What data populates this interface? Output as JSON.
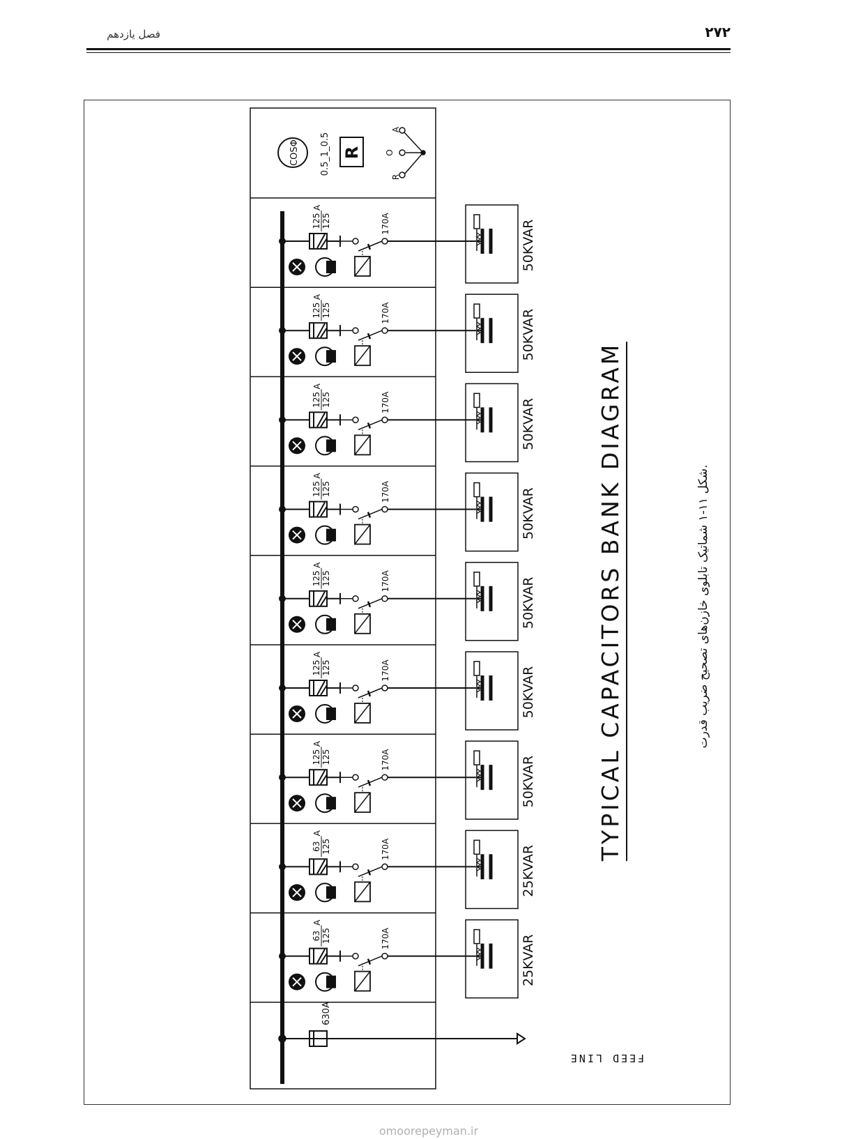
{
  "header": {
    "page_number": "۲۷۲",
    "chapter_title": "فصل یازدهم"
  },
  "diagram": {
    "title": "TYPICAL CAPACITORS BANK DIAGRAM",
    "caption": "شکل ۱۱-۱ شماتیک تابلوی خازن‌های تصحیح ضریب قدرت.",
    "controller": {
      "meter": "COSΦ",
      "range": "0.5_1_0.5",
      "relay": "R",
      "switch_r": "R",
      "switch_o": "O",
      "switch_a": "A"
    },
    "main_breaker": "630A",
    "feed_line": "FEED LINE",
    "steps": [
      {
        "fuse_top": "125",
        "fuse_bottom": "125",
        "unit": "A",
        "contactor": "170A",
        "capacitor": "50KVAR"
      },
      {
        "fuse_top": "125",
        "fuse_bottom": "125",
        "unit": "A",
        "contactor": "170A",
        "capacitor": "50KVAR"
      },
      {
        "fuse_top": "125",
        "fuse_bottom": "125",
        "unit": "A",
        "contactor": "170A",
        "capacitor": "50KVAR"
      },
      {
        "fuse_top": "125",
        "fuse_bottom": "125",
        "unit": "A",
        "contactor": "170A",
        "capacitor": "50KVAR"
      },
      {
        "fuse_top": "125",
        "fuse_bottom": "125",
        "unit": "A",
        "contactor": "170A",
        "capacitor": "50KVAR"
      },
      {
        "fuse_top": "125",
        "fuse_bottom": "125",
        "unit": "A",
        "contactor": "170A",
        "capacitor": "50KVAR"
      },
      {
        "fuse_top": "125",
        "fuse_bottom": "125",
        "unit": "A",
        "contactor": "170A",
        "capacitor": "50KVAR"
      },
      {
        "fuse_top": "63",
        "fuse_bottom": "125",
        "unit": "A",
        "contactor": "170A",
        "capacitor": "25KVAR"
      },
      {
        "fuse_top": "63",
        "fuse_bottom": "125",
        "unit": "A",
        "contactor": "170A",
        "capacitor": "25KVAR"
      }
    ]
  },
  "watermark": "omoorepeyman.ir"
}
